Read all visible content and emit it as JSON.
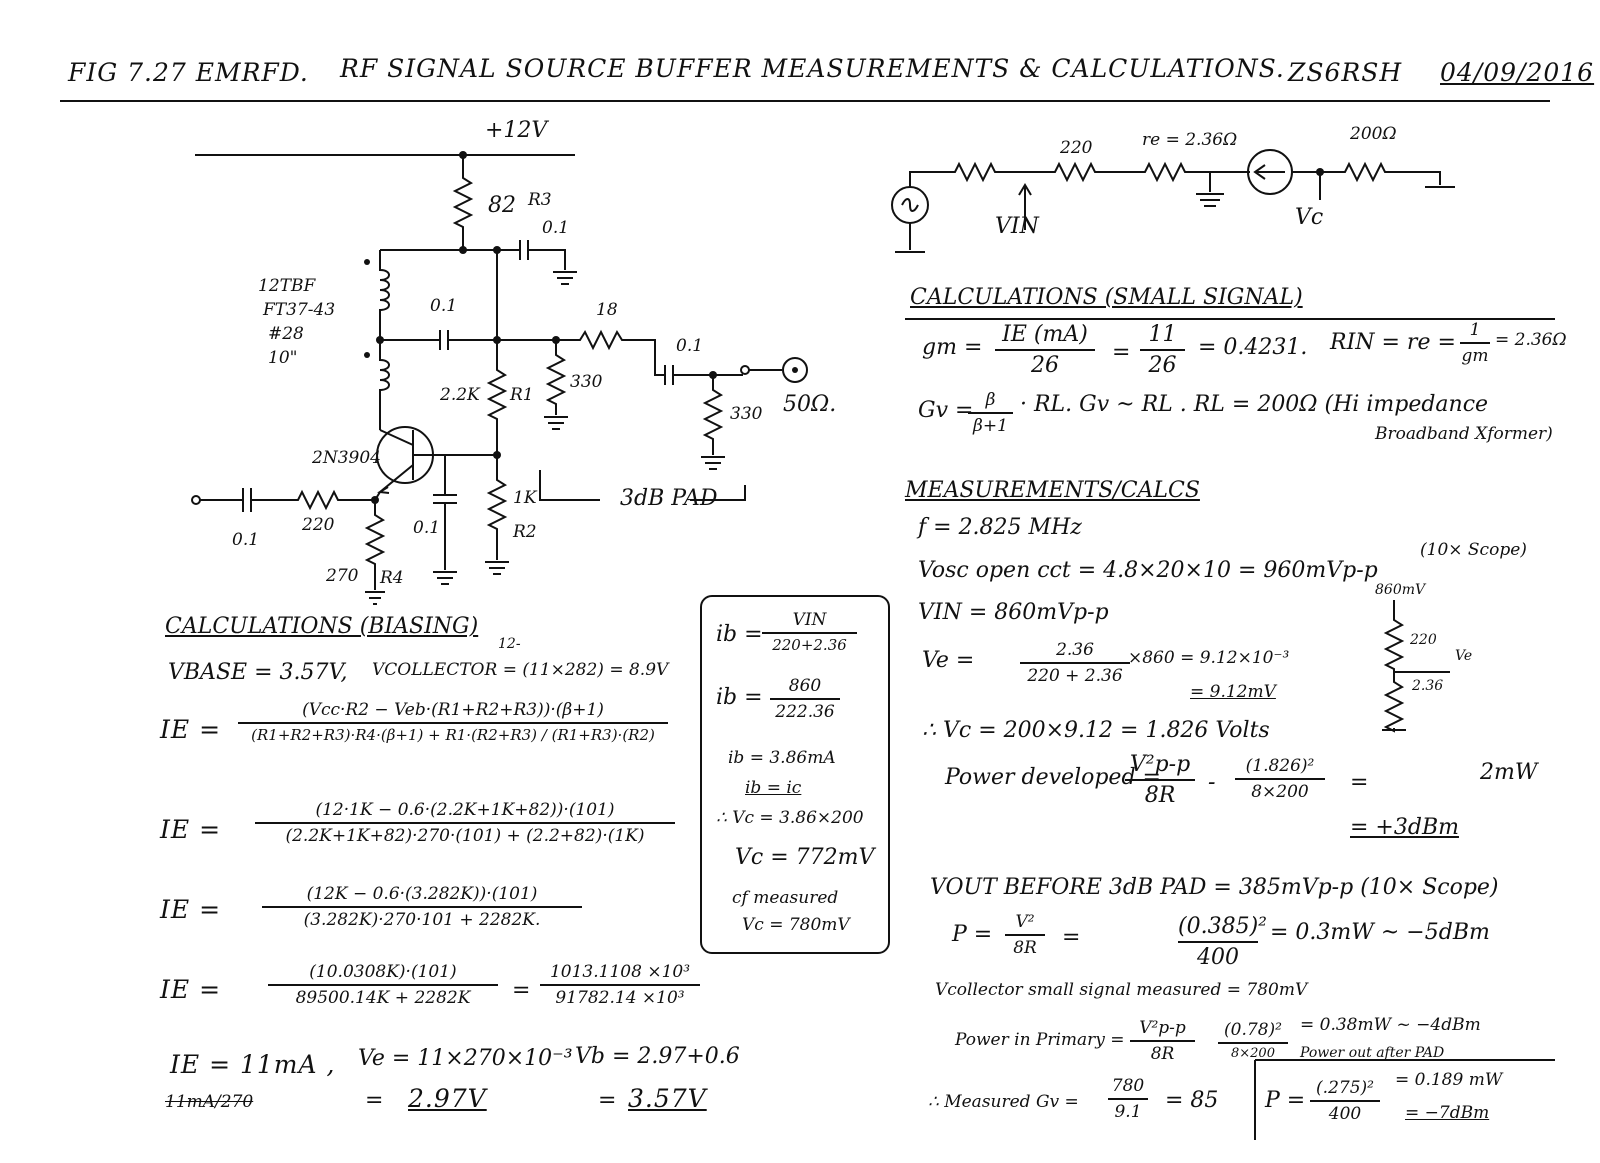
{
  "title": {
    "fig": "FIG 7.27 EMRFD.",
    "text": "RF SIGNAL SOURCE BUFFER MEASUREMENTS & CALCULATIONS.",
    "author": "ZS6RSH",
    "date": "04/09/2016"
  },
  "schematic": {
    "supply": "+12V",
    "r3": "82",
    "r3_name": "R3",
    "c_top": "0.1",
    "inductor_note": [
      "12TBF",
      "FT37-43",
      "#28",
      "10\""
    ],
    "c_coupling": "0.1",
    "r_series": "18",
    "c_out": "0.1",
    "r_shunt_a": "330",
    "r_shunt_b": "330",
    "out_label": "50Ω.",
    "pad_label": "3dB PAD",
    "r1": "2.2K",
    "r1_name": "R1",
    "r2": "1K",
    "r2_name": "R2",
    "transistor": "2N3904",
    "c_in": "0.1",
    "r_in": "220",
    "c_emitter_bypass": "0.1",
    "r4": "270",
    "r4_name": "R4"
  },
  "small_signal_model": {
    "r_a": "220",
    "re_label": "re = 2.36Ω",
    "rl": "200Ω",
    "vin": "VIN",
    "vc": "Vc"
  },
  "biasing": {
    "heading": "CALCULATIONS (BIASING)",
    "vbase": "VBASE = 3.57V,",
    "vcollector": "VCOLLECTOR = (11×282) = 8.9V",
    "vcollector_note": "12-",
    "ie1_label": "IE =",
    "ie1_num": "(Vcc·R2 − Veb·(R1+R2+R3))·(β+1)",
    "ie1_den": "(R1+R2+R3)·R4·(β+1) + R1·(R2+R3) / (R1+R3)·(R2)",
    "ie2_label": "IE =",
    "ie2_num": "(12·1K − 0.6·(2.2K+1K+82))·(101)",
    "ie2_den": "(2.2K+1K+82)·270·(101) + (2.2+82)·(1K)",
    "ie3_label": "IE =",
    "ie3_num": "(12K − 0.6·(3.282K))·(101)",
    "ie3_den": "(3.282K)·270·101 + 2282K.",
    "ie4_label": "IE =",
    "ie4_num": "(10.0308K)·(101)",
    "ie4_den": "89500.14K + 2282K",
    "ie4_num2": "1013.1108 ×10³",
    "ie4_den2": "91782.14 ×10³",
    "ie_result": "IE = 11mA ,",
    "ve_calc": "Ve = 11×270×10⁻³",
    "vb_calc": "Vb = 2.97+0.6",
    "ve_result": "2.97V",
    "vb_result": "3.57V",
    "struck": "11mA/270"
  },
  "box_calc": {
    "l1_a": "ib =",
    "l1_num": "VIN",
    "l1_den": "220+2.36",
    "l2_a": "ib =",
    "l2_num": "860",
    "l2_den": "222.36",
    "l3": "ib = 3.86mA",
    "l4": "ib = ic",
    "l5": "∴ Vc = 3.86×200",
    "l6": "Vc = 772mV",
    "l7": "cf measured",
    "l8": "Vc = 780mV"
  },
  "small_signal": {
    "heading": "CALCULATIONS (SMALL SIGNAL)",
    "gm_a": "gm =",
    "gm_num": "IE (mA)",
    "gm_den": "26",
    "gm_b": "=",
    "gm_num2": "11",
    "gm_den2": "26",
    "gm_c": "= 0.4231.",
    "rin_a": "RIN = re =",
    "rin_num": "1",
    "rin_den": "gm",
    "rin_b": "= 2.36Ω",
    "gv_a": "Gv =",
    "gv_num": "β",
    "gv_den": "β+1",
    "gv_b": "· RL.  Gv ~ RL .  RL = 200Ω (Hi impedance",
    "gv_c": "Broadband Xformer)"
  },
  "measurements": {
    "heading": "MEASUREMENTS/CALCS",
    "freq": "f = 2.825 MHz",
    "vosc": "Vosc open cct = 4.8×20×10 = 960mVp-p",
    "vosc_note": "(10× Scope)",
    "vin": "VIN = 860mVp-p",
    "ve_a": "Ve =",
    "ve_num": "2.36",
    "ve_den": "220 + 2.36",
    "ve_b": "×860 = 9.12×10⁻³",
    "ve_c": "= 9.12mV",
    "vc": "∴ Vc = 200×9.12 = 1.826 Volts",
    "div_top": "860mV",
    "div_r1": "220",
    "div_vc": "Ve",
    "div_r2": "2.36",
    "pw_a": "Power developed =",
    "pw_num": "V²p-p",
    "pw_den": "8R",
    "pw_num2": "(1.826)²",
    "pw_den2": "8×200",
    "pw_b": "=",
    "pw_c": "2mW",
    "pw_d": "= +3dBm",
    "vout": "VOUT BEFORE 3dB PAD = 385mVp-p (10× Scope)",
    "p_a": "P =",
    "p_num": "V²",
    "p_den": "8R",
    "p_num2": "(0.385)²",
    "p_den2": "400",
    "p_b": "= 0.3mW ~ −5dBm",
    "vcol": "Vcollector small signal measured = 780mV",
    "ppri_a": "Power in Primary =",
    "ppri_num": "V²p-p",
    "ppri_den": "8R",
    "ppri_num2": "(0.78)²",
    "ppri_den2": "8×200",
    "ppri_b": "= 0.38mW ~ −4dBm",
    "pout_label": "Power out after PAD",
    "gv_a": "∴ Measured Gv =",
    "gv_num": "780",
    "gv_den": "9.1",
    "gv_b": "= 85",
    "pout_a": "P =",
    "pout_num": "(.275)²",
    "pout_den": "400",
    "pout_b": "= 0.189 mW",
    "pout_c": "= −7dBm"
  }
}
